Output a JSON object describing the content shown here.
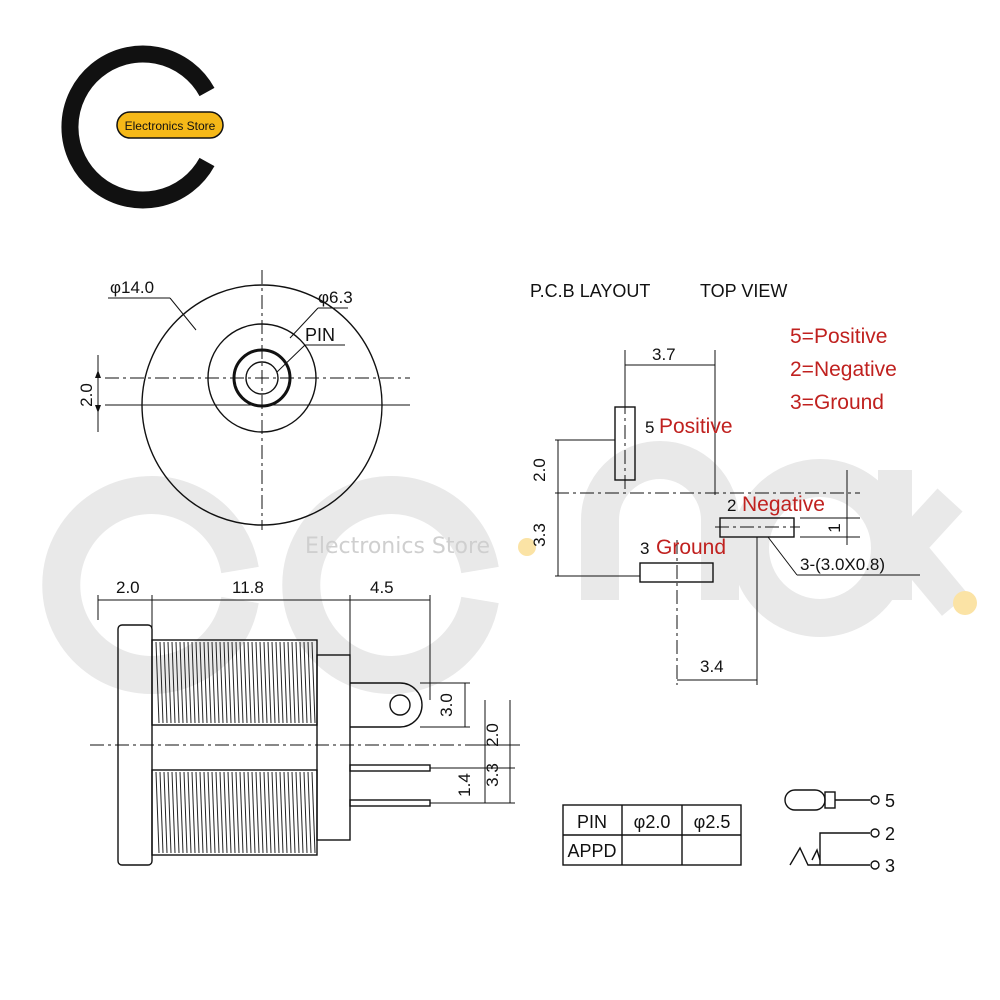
{
  "logo": {
    "badge_text": "Electronics Store"
  },
  "watermark": {
    "text": "Electronics Store",
    "color": "#cfcfcf"
  },
  "front_view": {
    "outer_diameter": "φ14.0",
    "inner_diameter": "φ6.3",
    "pin_label": "PIN",
    "offset": "2.0"
  },
  "pcb": {
    "title": "P.C.B LAYOUT",
    "subtitle": "TOP VIEW",
    "legend": [
      "5=Positive",
      "2=Negative",
      "3=Ground"
    ],
    "dims": {
      "top_width": "3.7",
      "bottom_width": "3.4",
      "left_upper": "2.0",
      "left_lower": "3.3",
      "right_small": "1",
      "pad_size": "3-(3.0X0.8)"
    },
    "pads": {
      "p5": {
        "num": "5",
        "name": "Positive"
      },
      "p2": {
        "num": "2",
        "name": "Negative"
      },
      "p3": {
        "num": "3",
        "name": "Ground"
      }
    }
  },
  "side_view": {
    "dims_top": [
      "2.0",
      "11.8",
      "4.5"
    ],
    "dims_right": [
      "3.0",
      "2.0",
      "1.4",
      "3.3"
    ]
  },
  "pin_table": {
    "headers": [
      "PIN",
      "φ2.0",
      "φ2.5"
    ],
    "row_label": "APPD"
  },
  "schematic": {
    "pins": [
      "5",
      "2",
      "3"
    ]
  },
  "colors": {
    "accent_red": "#c0211f",
    "badge_yellow": "#f5b818",
    "line": "#111111"
  }
}
